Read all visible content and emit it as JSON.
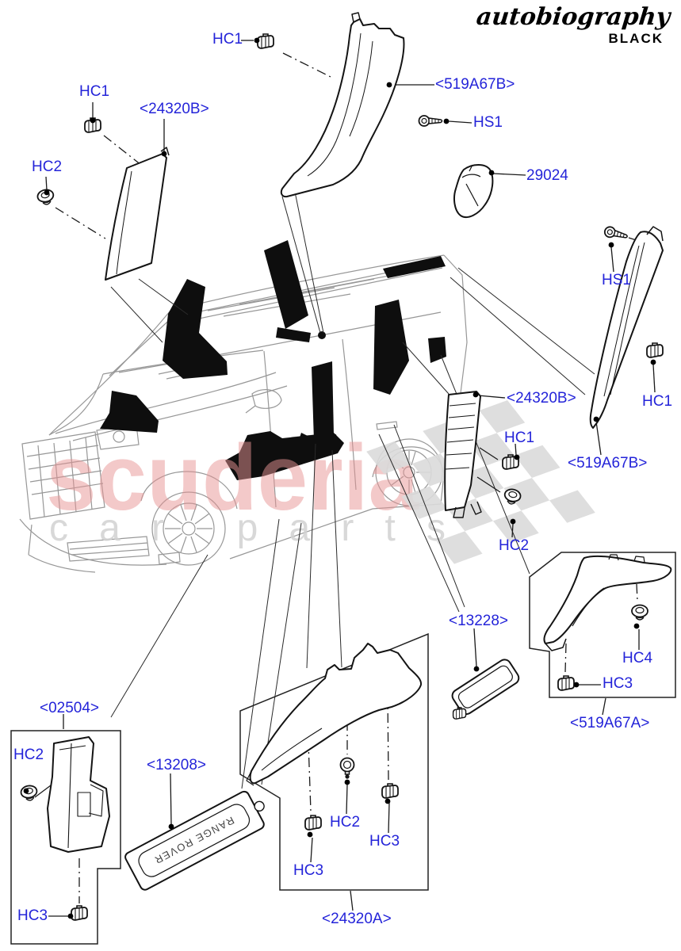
{
  "branding": {
    "model_line": "autobiography",
    "edition": "BLACK"
  },
  "watermark": {
    "word": "scuderia",
    "sub": "car parts"
  },
  "tread_plate": {
    "text": "RANGE ROVER"
  },
  "colors": {
    "label_blue": "#2424d9",
    "watermark_pink": "#e89494",
    "watermark_gray": "#d2d2d2",
    "flag_gray": "#dbdbdb",
    "line_black": "#1a1a1a"
  },
  "labels": [
    {
      "text": "HC1"
    },
    {
      "text": "<24320B"
    },
    {
      "text": "HC2"
    },
    {
      "text": "HC1"
    },
    {
      "text": "<519A67B"
    },
    {
      "text": "HS1"
    },
    {
      "text": "29024"
    },
    {
      "text": "HS1"
    },
    {
      "text": "HC1"
    },
    {
      "text": "<24320B"
    },
    {
      "text": "HC1"
    },
    {
      "text": "<519A67B"
    },
    {
      "text": "HC2"
    },
    {
      "text": "<13228"
    },
    {
      "text": "HC4"
    },
    {
      "text": "HC3"
    },
    {
      "text": "<519A67A"
    },
    {
      "text": "<02504"
    },
    {
      "text": "HC2"
    },
    {
      "text": "HC3"
    },
    {
      "text": "<13208"
    },
    {
      "text": "HC3"
    },
    {
      "text": "HC2"
    },
    {
      "text": "HC3"
    },
    {
      "text": "<24320A"
    }
  ]
}
